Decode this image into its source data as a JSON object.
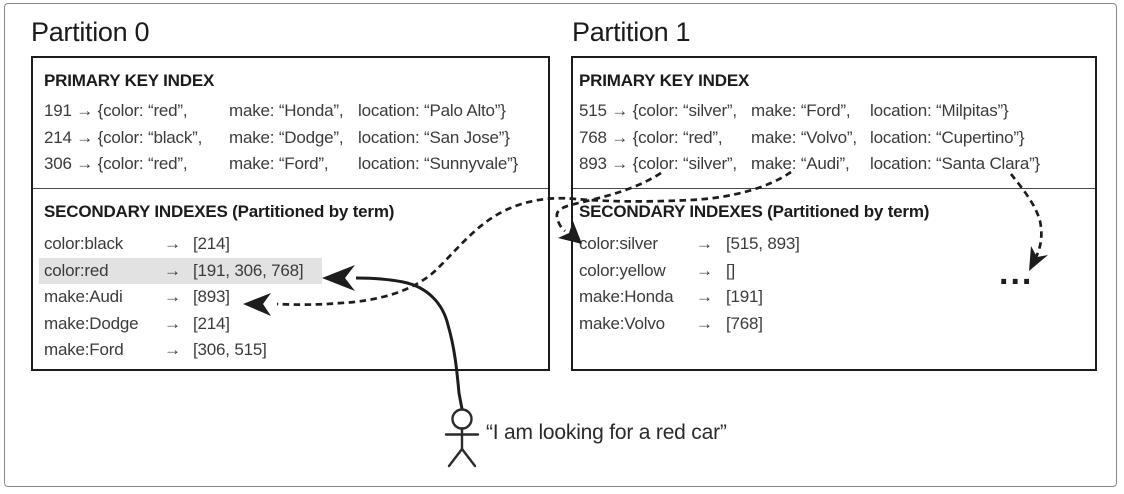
{
  "colors": {
    "highlight": "#e2e2e2",
    "ink": "#1c1c1c"
  },
  "annotations": {
    "arrow_glyph": "→",
    "query_caption": "“I am looking for a red car”",
    "ellipsis": "..."
  },
  "partitions": [
    {
      "label": "Partition 0",
      "primary_index": {
        "header": "PRIMARY KEY INDEX",
        "rows": [
          {
            "c0": "191 → {color: “red”,",
            "c1": "make: “Honda”,",
            "c2": "location: “Palo Alto”}"
          },
          {
            "c0": "214 → {color: “black”,",
            "c1": "make: “Dodge”,",
            "c2": "location: “San Jose”}"
          },
          {
            "c0": "306 → {color: “red”,",
            "c1": "make: “Ford”,",
            "c2": "location: “Sunnyvale”}"
          }
        ]
      },
      "secondary_indexes": {
        "header": "SECONDARY INDEXES (Partitioned by term)",
        "rows": [
          {
            "term": "color:black",
            "postings": "[214]",
            "highlighted": false
          },
          {
            "term": "color:red",
            "postings": "[191, 306, 768]",
            "highlighted": true
          },
          {
            "term": "make:Audi",
            "postings": "[893]",
            "highlighted": false
          },
          {
            "term": "make:Dodge",
            "postings": "[214]",
            "highlighted": false
          },
          {
            "term": "make:Ford",
            "postings": "[306, 515]",
            "highlighted": false
          }
        ]
      }
    },
    {
      "label": "Partition 1",
      "primary_index": {
        "header": "PRIMARY KEY INDEX",
        "rows": [
          {
            "c0": "515 → {color: “silver”,",
            "c1": "make: “Ford”,",
            "c2": "location: “Milpitas”}"
          },
          {
            "c0": "768 → {color: “red”,",
            "c1": "make: “Volvo”,",
            "c2": "location: “Cupertino”}"
          },
          {
            "c0": "893 → {color: “silver”,",
            "c1": "make: “Audi”,",
            "c2": "location: “Santa Clara”}"
          }
        ]
      },
      "secondary_indexes": {
        "header": "SECONDARY INDEXES (Partitioned by term)",
        "rows": [
          {
            "term": "color:silver",
            "postings": "[515, 893]",
            "highlighted": false
          },
          {
            "term": "color:yellow",
            "postings": "[]",
            "highlighted": false
          },
          {
            "term": "make:Honda",
            "postings": "[191]",
            "highlighted": false
          },
          {
            "term": "make:Volvo",
            "postings": "[768]",
            "highlighted": false
          }
        ]
      }
    }
  ]
}
